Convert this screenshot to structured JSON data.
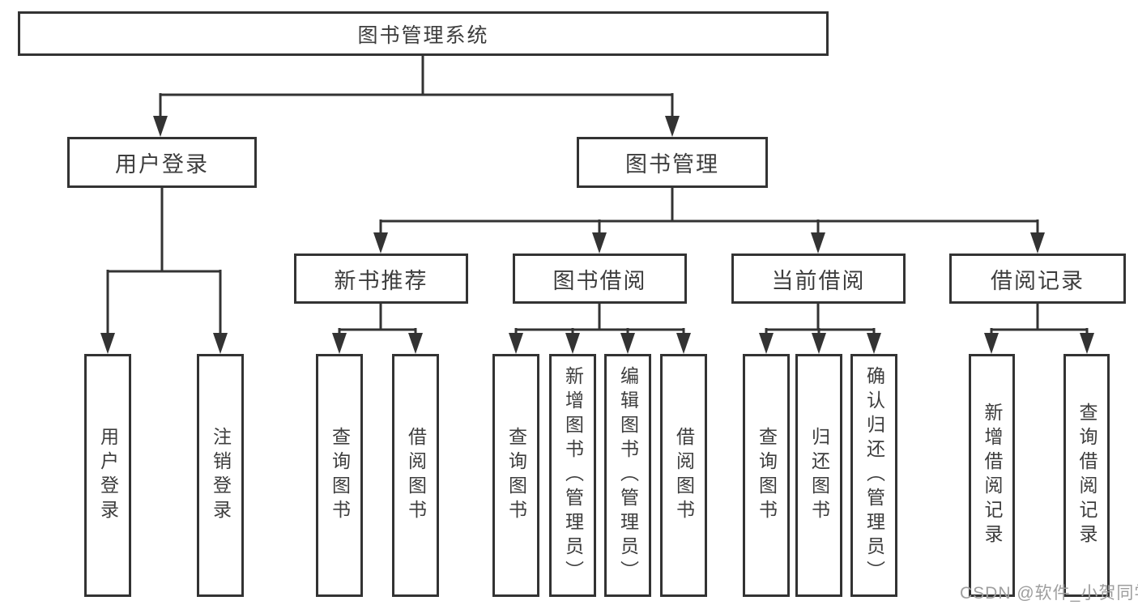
{
  "diagram": {
    "root": {
      "label": "图书管理系统"
    },
    "branches": [
      {
        "label": "用户登录",
        "children": [
          {
            "label": "用户登录"
          },
          {
            "label": "注销登录"
          }
        ]
      },
      {
        "label": "图书管理",
        "children": [
          {
            "label": "新书推荐",
            "children": [
              {
                "label": "查询图书"
              },
              {
                "label": "借阅图书"
              }
            ]
          },
          {
            "label": "图书借阅",
            "children": [
              {
                "label": "查询图书"
              },
              {
                "label": "新增图书（管理员）"
              },
              {
                "label": "编辑图书（管理员）"
              },
              {
                "label": "借阅图书"
              }
            ]
          },
          {
            "label": "当前借阅",
            "children": [
              {
                "label": "查询图书"
              },
              {
                "label": "归还图书"
              },
              {
                "label": "确认归还（管理员）"
              }
            ]
          },
          {
            "label": "借阅记录",
            "children": [
              {
                "label": "新增借阅记录"
              },
              {
                "label": "查询借阅记录"
              }
            ]
          }
        ]
      }
    ]
  },
  "watermark": {
    "text": "CSDN @软件_小贺同学"
  },
  "colors": {
    "line": "#333333",
    "text": "#3d3d3d",
    "watermark": "#9e9e9e",
    "background": "#ffffff"
  }
}
